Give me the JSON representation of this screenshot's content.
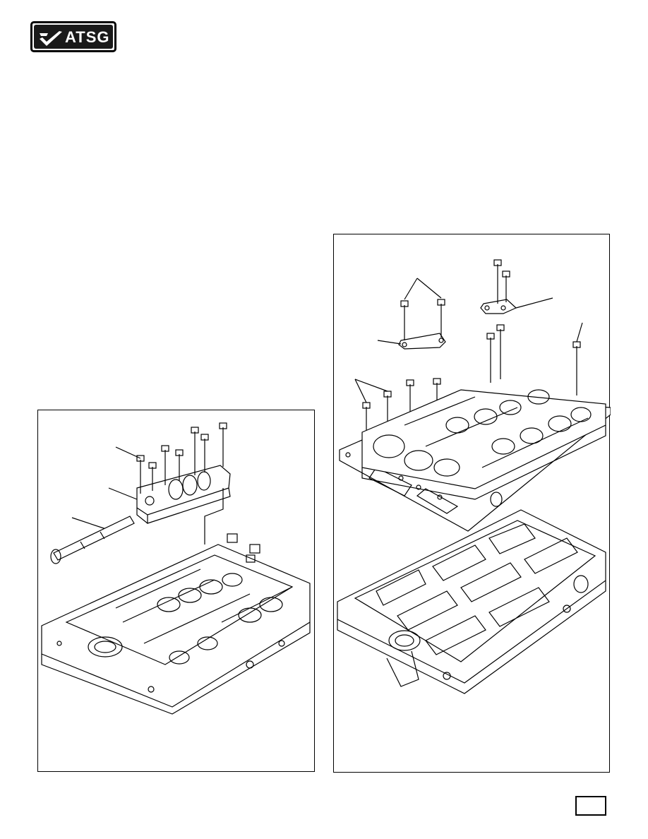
{
  "header": {
    "logo_text": "ATSG",
    "logo_icon": "checkmark-wing-icon"
  },
  "figures": {
    "left": {
      "kind": "valve-body-exploded-view",
      "callout_count": 3
    },
    "right": {
      "kind": "valve-body-exploded-view",
      "callout_count": 5
    }
  },
  "footer": {
    "page_number": ""
  },
  "colors": {
    "ink": "#000000",
    "paper": "#ffffff",
    "logo_bg": "#1a1a1a"
  }
}
